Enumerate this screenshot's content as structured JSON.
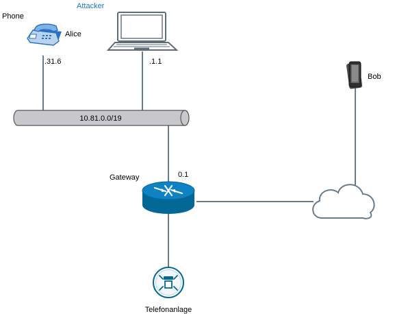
{
  "nodes": {
    "phone": {
      "title": "Phone",
      "name": "Alice",
      "ip": ".31.6"
    },
    "attacker": {
      "title": "Attacker",
      "ip": ".1.1"
    },
    "bob": {
      "name": "Bob"
    },
    "gateway": {
      "name": "Gateway",
      "ip": "0.1"
    },
    "pbx": {
      "name": "Telefonanlage"
    }
  },
  "network": {
    "subnet": "10.81.0.0/19"
  },
  "colors": {
    "link": "#667b8c",
    "accent_blue": "#0f70b8",
    "router": "#036896",
    "attacker_label": "#1e73be",
    "bus_fill": "#c8c8cc",
    "cloud_fill": "#ffffff"
  },
  "icons": {
    "phone": "desk-phone-icon",
    "attacker": "laptop-icon",
    "bob": "mobile-phone-icon",
    "gateway": "router-icon",
    "internet": "cloud-icon",
    "pbx": "pbx-icon"
  }
}
